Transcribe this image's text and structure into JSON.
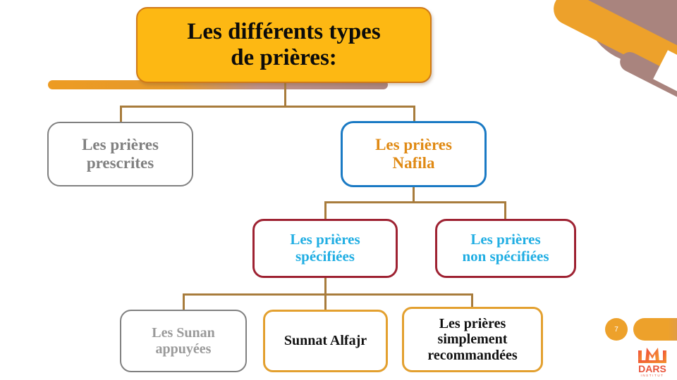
{
  "slide": {
    "page_number": "7",
    "logo_text": "DARS",
    "logo_subtext": "INSTITUT"
  },
  "colors": {
    "title_fill": "#fdb813",
    "title_border": "#d07a18",
    "gray_border": "#808080",
    "gray_text": "#808080",
    "blue_border": "#1a7ac4",
    "orange_text": "#e08a14",
    "maroon_border": "#9e2232",
    "cyan_text": "#21aee3",
    "gold_border": "#e3a02f",
    "connector": "#a87c3c",
    "deco_orange": "#eda12b",
    "deco_mauve": "#a9847e",
    "black_text": "#111111"
  },
  "diagram": {
    "title": {
      "line1": "Les différents types",
      "line2": "de prières:"
    },
    "level1": [
      {
        "id": "prescrites",
        "line1": "Les prières",
        "line2": "prescrites"
      },
      {
        "id": "nafila",
        "line1": "Les prières",
        "line2": "Nafila"
      }
    ],
    "level2": [
      {
        "id": "specifiees",
        "line1": "Les prières",
        "line2": "spécifiées"
      },
      {
        "id": "non_specifiees",
        "line1": "Les prières",
        "line2": "non spécifiées"
      }
    ],
    "level3": [
      {
        "id": "sunan",
        "line1": "Les Sunan",
        "line2": "appuyées"
      },
      {
        "id": "sunnat_alfajr",
        "line1": "Sunnat Alfajr",
        "line2": ""
      },
      {
        "id": "recommandees",
        "line1": "Les prières",
        "line2": "simplement",
        "line3": "recommandées"
      }
    ]
  }
}
